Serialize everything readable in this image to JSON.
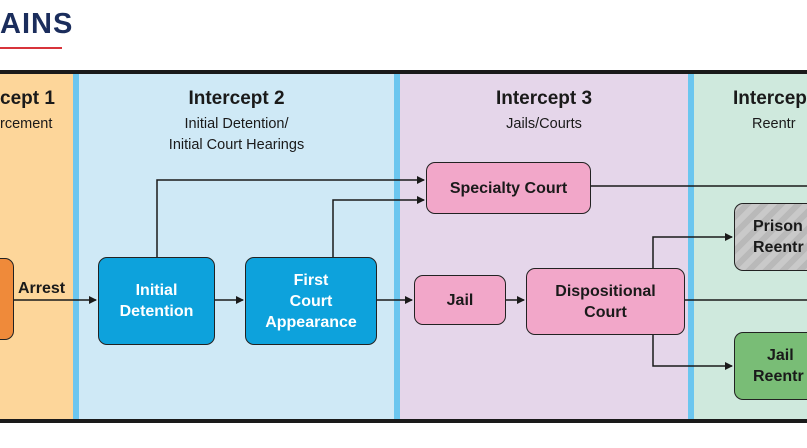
{
  "logo": {
    "text": "AINS"
  },
  "intercepts": [
    {
      "title": "cept 1",
      "subtitle": "rcement"
    },
    {
      "title": "Intercept 2",
      "subtitle_lines": [
        "Initial Detention/",
        "Initial Court Hearings"
      ]
    },
    {
      "title": "Intercept 3",
      "subtitle": "Jails/Courts"
    },
    {
      "title": "Intercep",
      "subtitle": "Reentr"
    }
  ],
  "nodes": {
    "arrest": "Arrest",
    "initial_detention": [
      "Initial",
      "Detention"
    ],
    "first_court": [
      "First",
      "Court",
      "Appearance"
    ],
    "jail": "Jail",
    "dispositional_court": [
      "Dispositional",
      "Court"
    ],
    "specialty_court": "Specialty Court",
    "prison_reentry": [
      "Prison",
      "Reentr"
    ],
    "jail_reentry": [
      "Jail",
      "Reentr"
    ]
  },
  "colors": {
    "intercept1_bg": "#fdd69a",
    "intercept2_bg": "#cfe9f6",
    "intercept3_bg": "#e5d6ea",
    "intercept4_bg": "#cfe9dd",
    "divider": "#6bc6ef",
    "node_blue": "#0da2dc",
    "node_pink": "#f2a7c9",
    "node_green": "#79bd76",
    "node_orange": "#ef8a3a",
    "logo_text": "#1b2d5c",
    "logo_line": "#d8343b"
  }
}
